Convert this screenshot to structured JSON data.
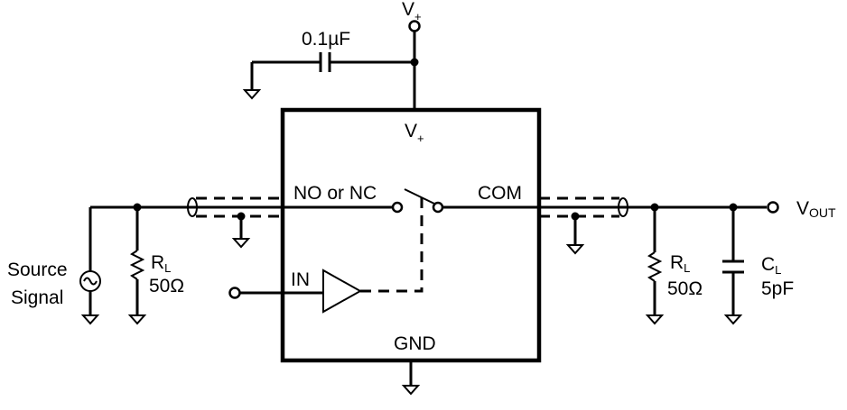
{
  "labels": {
    "vplus_top": "V",
    "vplus_top_sub": "+",
    "bypass_cap": "0.1µF",
    "vplus_pin": "V",
    "vplus_pin_sub": "+",
    "no_nc": "NO or NC",
    "com": "COM",
    "in": "IN",
    "gnd": "GND",
    "source_line1": "Source",
    "source_line2": "Signal",
    "rl_in": "R",
    "rl_in_sub": "L",
    "rl_in_value": "50Ω",
    "rl_out": "R",
    "rl_out_sub": "L",
    "rl_out_value": "50Ω",
    "cl": "C",
    "cl_sub": "L",
    "cl_value": "5pF",
    "vout": "V",
    "vout_sub": "OUT"
  }
}
